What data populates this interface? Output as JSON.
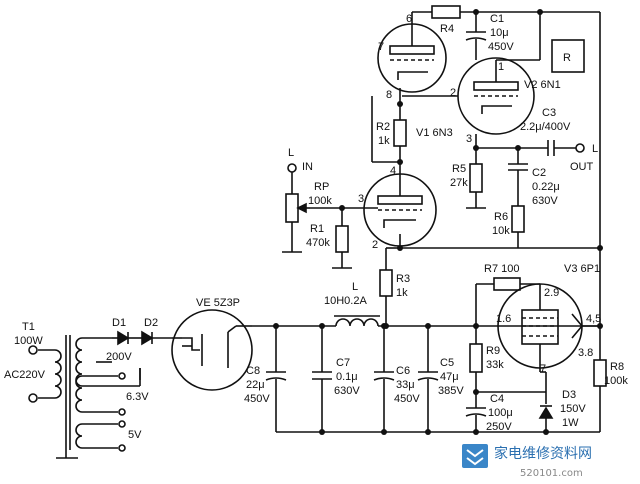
{
  "labels": {
    "T1": "T1",
    "T1_power": "100W",
    "AC": "AC220V",
    "D1": "D1",
    "D2": "D2",
    "v200": "200V",
    "v63": "6.3V",
    "v5": "5V",
    "VE": "VE  5Z3P",
    "L": "L",
    "L_val": "10H0.2A",
    "C8": "C8",
    "C8_v1": "22μ",
    "C8_v2": "450V",
    "C7": "C7",
    "C7_v1": "0.1μ",
    "C7_v2": "630V",
    "C6": "C6",
    "C6_v1": "33μ",
    "C6_v2": "450V",
    "C5": "C5",
    "C5_v1": "47μ",
    "C5_v2": "385V",
    "R9": "R9",
    "R9_v": "33k",
    "C4": "C4",
    "C4_v1": "100μ",
    "C4_v2": "250V",
    "D3": "D3",
    "D3_v1": "150V",
    "D3_v2": "1W",
    "R8": "R8",
    "R8_v": "100k",
    "R7": "R7  100",
    "V3": "V3  6P1",
    "pin29": "2.9",
    "pin16": "1.6",
    "pin45": "4,5",
    "pin38": "3.8",
    "pin7b": "7",
    "R3": "R3",
    "R3_v": "1k",
    "L_in": "L",
    "IN": "IN",
    "RP": "RP",
    "RP_v": "100k",
    "R1": "R1",
    "R1_v": "470k",
    "V1_pin3": "3",
    "V1_pin4": "4",
    "V1_pin2": "2",
    "R2": "R2",
    "R2_v": "1k",
    "V1": "V1  6N3",
    "pin8": "8",
    "pin7": "7",
    "pin6": "6",
    "R4": "R4",
    "C1": "C1",
    "C1_v1": "10μ",
    "C1_v2": "450V",
    "pin1": "1",
    "V2": "V2  6N1",
    "V2_pin2": "2",
    "V2_pin3": "3",
    "C3": "C3",
    "C3_v": "2.2μ/400V",
    "R5": "R5",
    "R5_v": "27k",
    "C2": "C2",
    "C2_v1": "0.22μ",
    "C2_v2": "630V",
    "R6": "R6",
    "R6_v": "10k",
    "OUT": "OUT",
    "L_out": "L",
    "R_box": "R"
  },
  "watermark": {
    "title": "家电维修资料网",
    "url": "520101.com"
  }
}
